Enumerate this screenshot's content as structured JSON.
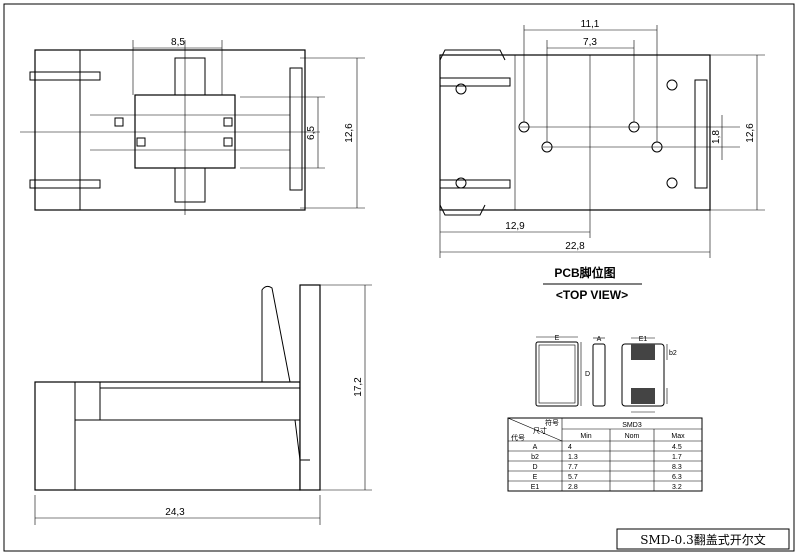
{
  "views": {
    "front_view": {
      "dim_width": "8,5",
      "dim_height_outer": "12,6",
      "dim_height_inner": "6,5"
    },
    "pcb_view": {
      "dim_pitch_outer": "11,1",
      "dim_pitch_inner": "7,3",
      "dim_height": "12,6",
      "dim_offset": "1,8",
      "dim_pin_x": "12,9",
      "dim_length": "22,8"
    },
    "side_view": {
      "dim_height": "17,2",
      "dim_length": "24,3"
    }
  },
  "pcb_title": "PCB脚位图",
  "pcb_subtitle": "<TOP VIEW>",
  "package_labels": {
    "E": "E",
    "D": "D",
    "A": "A",
    "E1": "E1",
    "b2": "b2"
  },
  "table": {
    "corner_top": "符号",
    "corner_mid": "尺寸",
    "corner_left": "代号",
    "group_header": "SMD3",
    "columns": [
      "Min",
      "Nom",
      "Max"
    ],
    "rows": [
      {
        "code": "A",
        "min": "4",
        "nom": "",
        "max": "4.5"
      },
      {
        "code": "b2",
        "min": "1.3",
        "nom": "",
        "max": "1.7"
      },
      {
        "code": "D",
        "min": "7.7",
        "nom": "",
        "max": "8.3"
      },
      {
        "code": "E",
        "min": "5.7",
        "nom": "",
        "max": "6.3"
      },
      {
        "code": "E1",
        "min": "2.8",
        "nom": "",
        "max": "3.2"
      }
    ]
  },
  "title_block": "SMD-0.3翻盖式开尔文"
}
